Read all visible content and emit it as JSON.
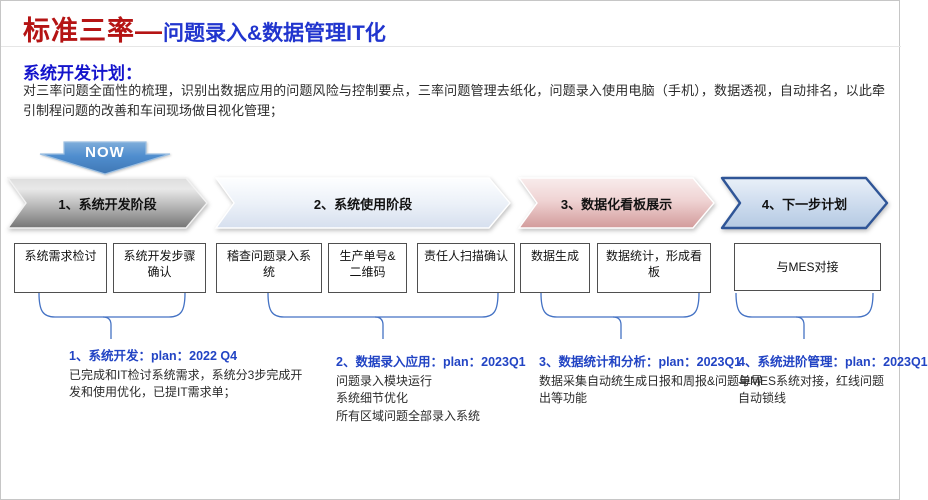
{
  "slide": {
    "title": {
      "red_part": "标准三率—",
      "blue_part": "问题录入&数据管理IT化"
    },
    "section": {
      "heading": "系统开发计划：",
      "paragraph": "对三率问题全面性的梳理，识别出数据应用的问题风险与控制要点，三率问题管理去纸化，问题录入使用电脑（手机），数据透视，自动排名，以此牵引制程问题的改善和车间现场做目视化管理；"
    },
    "now_label": "NOW",
    "stages": [
      {
        "label": "1、系统开发阶段"
      },
      {
        "label": "2、系统使用阶段"
      },
      {
        "label": "3、数据化看板展示"
      },
      {
        "label": "4、下一步计划"
      }
    ],
    "boxes": [
      "系统需求检讨",
      "系统开发步骤确认",
      "稽查问题录入系统",
      "生产单号&二维码",
      "责任人扫描确认",
      "数据生成",
      "数据统计，形成看板",
      "与MES对接"
    ],
    "plans": [
      {
        "heading": "1、系统开发：plan：2022 Q4",
        "body": "已完成和IT检讨系统需求，系统分3步完成开发和使用优化，已提IT需求单；"
      },
      {
        "heading": "2、数据录入应用：plan：2023Q1",
        "body": "问题录入模块运行\n系统细节优化\n所有区域问题全部录入系统"
      },
      {
        "heading": "3、数据统计和分析：plan：2023Q1",
        "body": "数据采集自动统生成日报和周报&问题单导出等功能"
      },
      {
        "heading": "4、系统进阶管理：plan：2023Q1",
        "body": "与MES系统对接，红线问题自动锁线"
      }
    ],
    "colors": {
      "title_red": "#b51414",
      "title_blue": "#2135ce",
      "section_blue": "#1414cc",
      "plan_heading_blue": "#2244c4",
      "brace_blue": "#4472c4",
      "now_arrow_blue": "#4f8dce",
      "stage4_border_blue": "#2f5597",
      "stage3_pink": "#d49c9c"
    }
  }
}
